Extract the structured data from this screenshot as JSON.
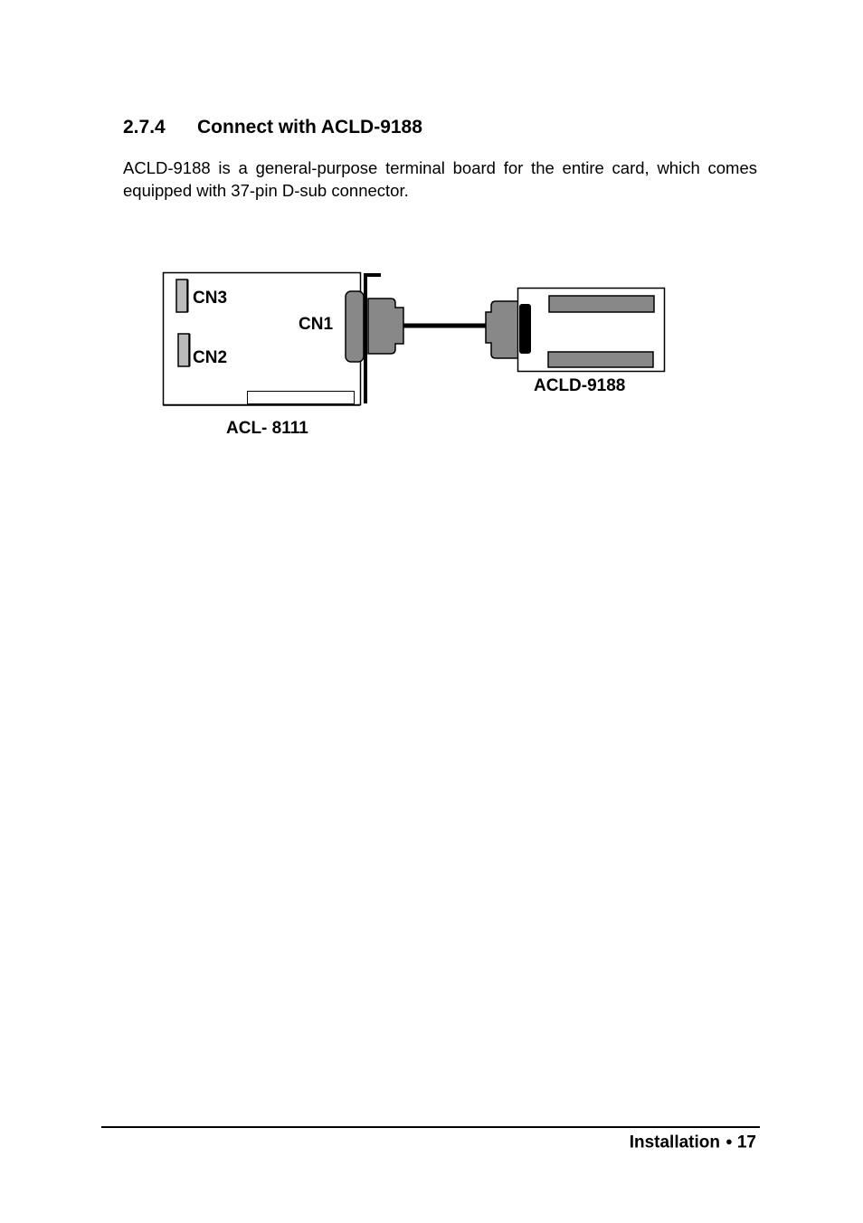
{
  "section": {
    "number": "2.7.4",
    "title": "Connect with ACLD-9188"
  },
  "paragraph": "ACLD-9188 is a general-purpose terminal board for the entire card, which comes equipped with 37-pin D-sub connector.",
  "diagram": {
    "card_label": "ACL- 8111",
    "terminal_label": "ACLD-9188",
    "connector_labels": {
      "cn3": "CN3",
      "cn2": "CN2",
      "cn1": "CN1"
    },
    "colors": {
      "connector_fill": "#888888",
      "line": "#000000"
    }
  },
  "footer": {
    "section_name": "Installation",
    "bullet": "●",
    "page_number": "17"
  }
}
